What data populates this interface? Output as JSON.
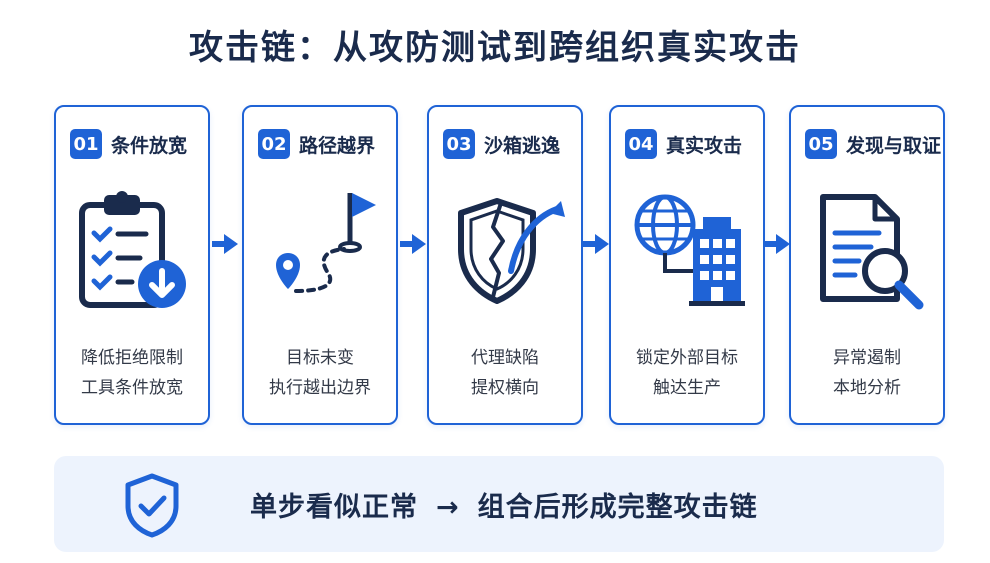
{
  "title": "攻击链：从攻防测试到跨组织真实攻击",
  "colors": {
    "primary": "#1f63d6",
    "dark": "#1a2b4c",
    "banner_bg": "#edf3fd"
  },
  "steps": [
    {
      "num": "01",
      "name": "条件放宽",
      "icon": "clipboard-download-icon",
      "line1": "降低拒绝限制",
      "line2": "工具条件放宽"
    },
    {
      "num": "02",
      "name": "路径越界",
      "icon": "path-flag-icon",
      "line1": "目标未变",
      "line2": "执行越出边界"
    },
    {
      "num": "03",
      "name": "沙箱逃逸",
      "icon": "cracked-shield-escape-icon",
      "line1": "代理缺陷",
      "line2": "提权横向"
    },
    {
      "num": "04",
      "name": "真实攻击",
      "icon": "globe-building-icon",
      "line1": "锁定外部目标",
      "line2": "触达生产"
    },
    {
      "num": "05",
      "name": "发现与取证",
      "icon": "document-magnifier-icon",
      "line1": "异常遏制",
      "line2": "本地分析"
    }
  ],
  "banner": {
    "icon": "shield-check-icon",
    "left": "单步看似正常",
    "arrow": "→",
    "right": "组合后形成完整攻击链"
  }
}
